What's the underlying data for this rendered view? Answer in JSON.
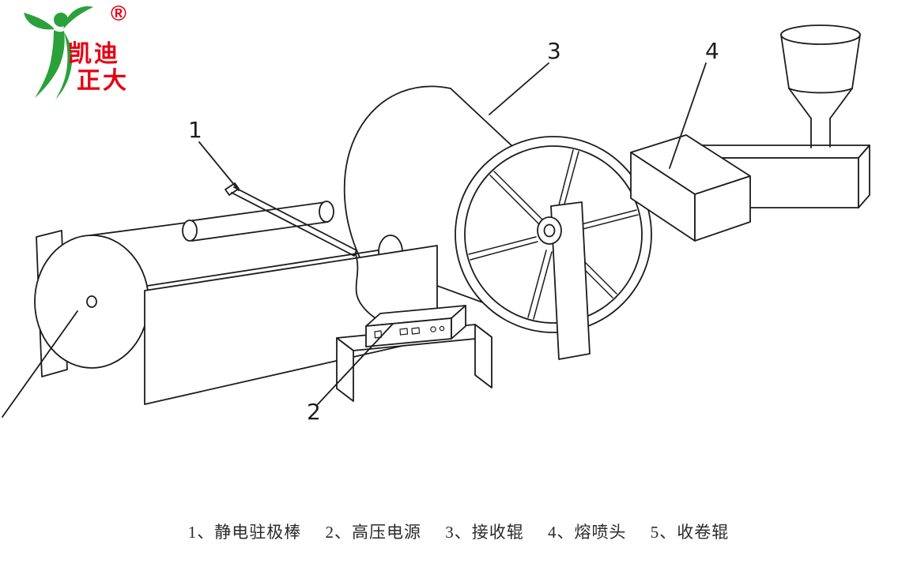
{
  "page": {
    "background": "#ffffff",
    "line_color": "#1c1c1c",
    "caption_color": "#2a2a2a"
  },
  "logo": {
    "brand_line1": "凯迪",
    "brand_line2": "正大",
    "registered_mark": "®",
    "figure_color": "#2aa13a",
    "text_color": "#e60012"
  },
  "callouts": {
    "n1": "1",
    "n2": "2",
    "n3": "3",
    "n4": "4"
  },
  "legend": {
    "items": [
      "1、静电驻极棒",
      "2、高压电源",
      "3、接收辊",
      "4、熔喷头",
      "5、收卷辊"
    ]
  }
}
